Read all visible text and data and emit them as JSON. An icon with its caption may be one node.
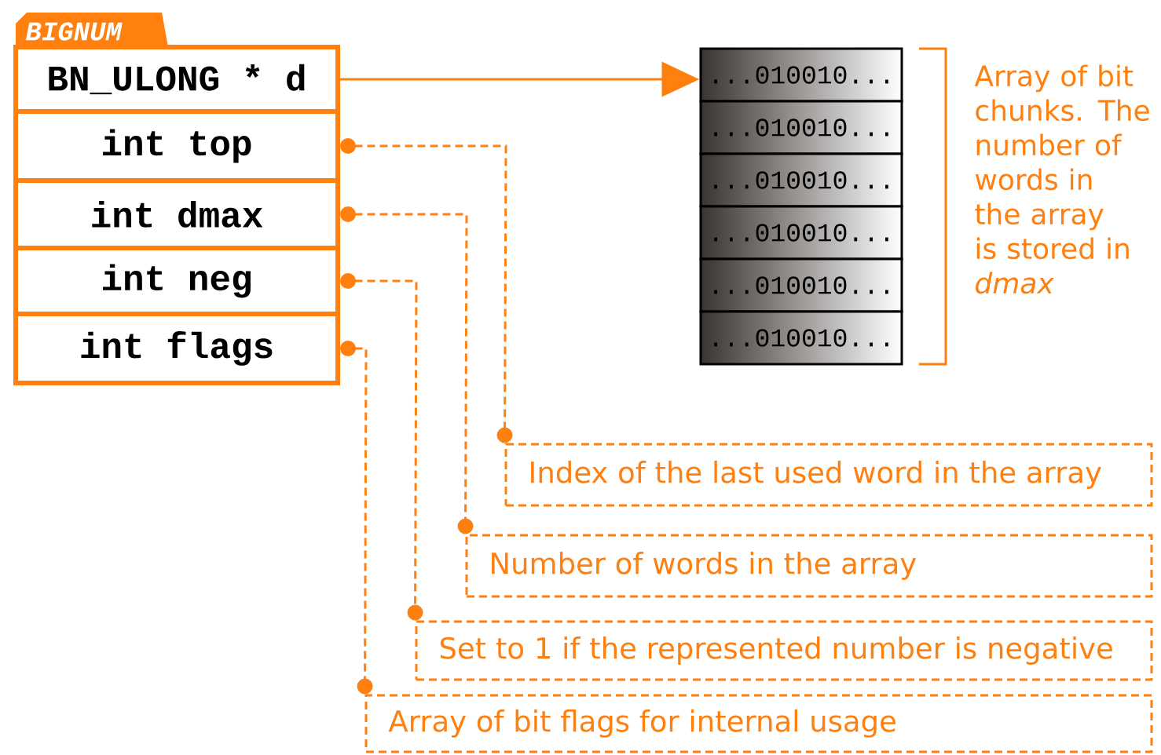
{
  "diagram": {
    "nodes": [
      {
        "text": [
          "BIGNUM"
        ]
      },
      {
        "text": [
          "BN_ULONG * d"
        ],
        "in": 0
      },
      {
        "text": [
          "int top"
        ],
        "in": 0
      },
      {
        "text": [
          "int dmax"
        ],
        "in": 0
      },
      {
        "text": [
          "int neg"
        ],
        "in": 0
      },
      {
        "text": [
          "int flags"
        ],
        "in": 0
      },
      {
        "text": [
          "...010010..."
        ]
      },
      {
        "text": [
          "...010010..."
        ]
      },
      {
        "text": [
          "...010010..."
        ]
      },
      {
        "text": [
          "...010010..."
        ]
      },
      {
        "text": [
          "...010010..."
        ]
      },
      {
        "text": [
          "...010010..."
        ]
      },
      {
        "text": [
          "Index of the last used word in the array"
        ]
      },
      {
        "text": [
          "Number of words in the array"
        ]
      },
      {
        "text": [
          "Set to 1 if the represented number is negative"
        ]
      },
      {
        "text": [
          "Array of bit flags for internal usage"
        ]
      }
    ],
    "edges": [
      {
        "from": 1,
        "to": 6,
        "arrow": "to"
      },
      {
        "from": 2,
        "to": 12,
        "arrow": "other",
        "style": "dashed"
      },
      {
        "from": 3,
        "to": 13,
        "arrow": "other",
        "style": "dashed"
      },
      {
        "from": 4,
        "to": 14,
        "arrow": "other",
        "style": "dashed"
      },
      {
        "from": 5,
        "to": 15,
        "arrow": "other",
        "style": "dashed"
      }
    ],
    "labels": [
      "Array of bit chunks. The number of words in the array is stored in *dmax*"
    ]
  }
}
